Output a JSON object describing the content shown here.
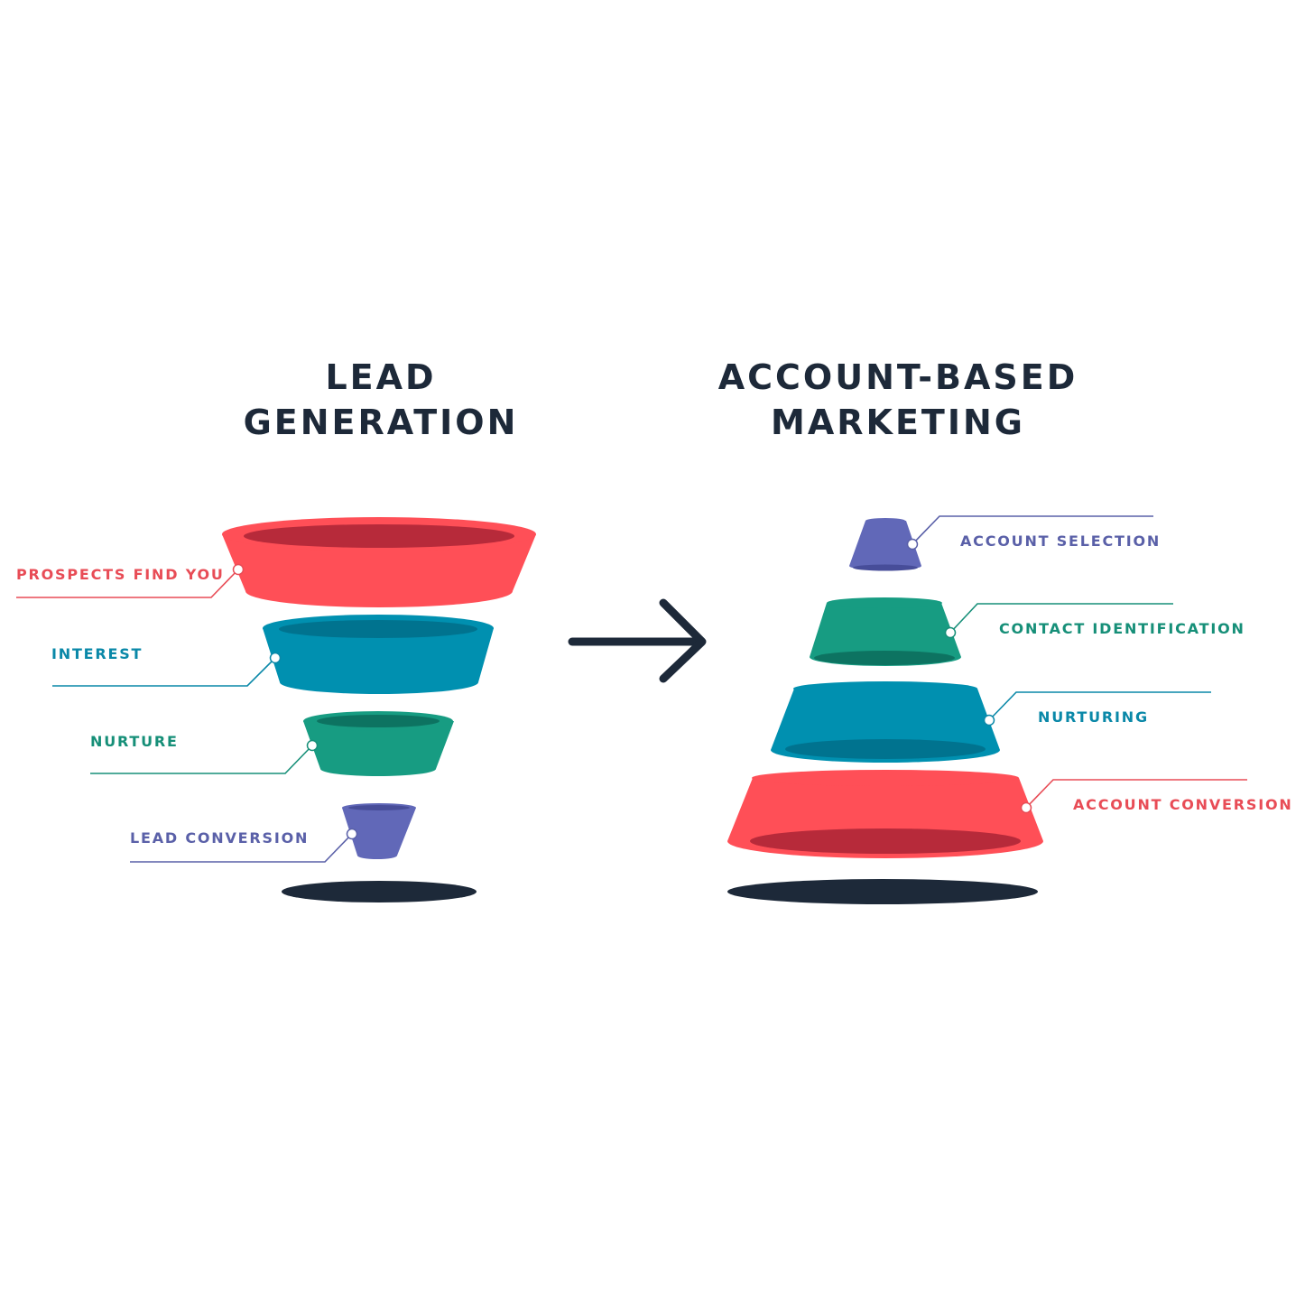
{
  "titles": {
    "left": [
      "LEAD",
      "GENERATION"
    ],
    "right": [
      "ACCOUNT-BASED",
      "MARKETING"
    ]
  },
  "colors": {
    "red": "#ff4f57",
    "red_inner": "#b72a3a",
    "teal": "#0090b0",
    "teal_inner": "#00738f",
    "green": "#179c82",
    "green_inner": "#0d7361",
    "purple": "#6168b8",
    "purple_inner": "#474d99",
    "dark": "#1d2939"
  },
  "lead_generation": {
    "stages": [
      {
        "label": "PROSPECTS FIND YOU",
        "color": "#e84c56"
      },
      {
        "label": "INTEREST",
        "color": "#0a88a8"
      },
      {
        "label": "NURTURE",
        "color": "#168f78"
      },
      {
        "label": "LEAD CONVERSION",
        "color": "#5a60a8"
      }
    ]
  },
  "account_based_marketing": {
    "stages": [
      {
        "label": "ACCOUNT SELECTION",
        "color": "#5a60a8"
      },
      {
        "label": "CONTACT IDENTIFICATION",
        "color": "#168f78"
      },
      {
        "label": "NURTURING",
        "color": "#0a88a8"
      },
      {
        "label": "ACCOUNT CONVERSION",
        "color": "#e84c56"
      }
    ]
  },
  "icons": {
    "arrow": "right-arrow-icon"
  }
}
